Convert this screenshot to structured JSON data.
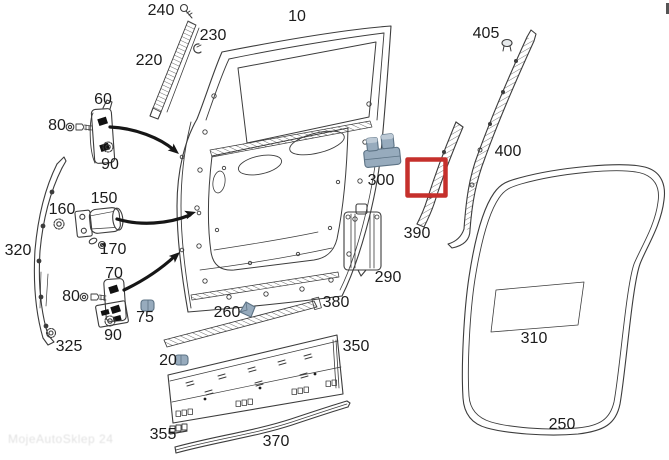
{
  "diagram": {
    "kind": "exploded parts diagram",
    "colors": {
      "background": "#ffffff",
      "line": "#3c3c3c",
      "highlight_red": "#c5302c",
      "hardware_blue": "#97abbd",
      "hardware_blue_dark": "#5d7385",
      "hardware_blue_light": "#bdcad6"
    },
    "highlight": {
      "part_num": "390",
      "color": "#c5302c"
    }
  },
  "labels": [
    {
      "num": "240"
    },
    {
      "num": "10"
    },
    {
      "num": "230"
    },
    {
      "num": "220"
    },
    {
      "num": "405"
    },
    {
      "num": "60"
    },
    {
      "num": "80"
    },
    {
      "num": "90"
    },
    {
      "num": "400"
    },
    {
      "num": "300"
    },
    {
      "num": "150"
    },
    {
      "num": "160"
    },
    {
      "num": "320"
    },
    {
      "num": "170"
    },
    {
      "num": "390"
    },
    {
      "num": "70"
    },
    {
      "num": "290"
    },
    {
      "num": "80"
    },
    {
      "num": "260"
    },
    {
      "num": "380"
    },
    {
      "num": "75"
    },
    {
      "num": "90"
    },
    {
      "num": "310"
    },
    {
      "num": "325"
    },
    {
      "num": "350"
    },
    {
      "num": "20"
    },
    {
      "num": "355"
    },
    {
      "num": "370"
    },
    {
      "num": "250"
    }
  ],
  "watermark": "MojeAutoSklep 24"
}
